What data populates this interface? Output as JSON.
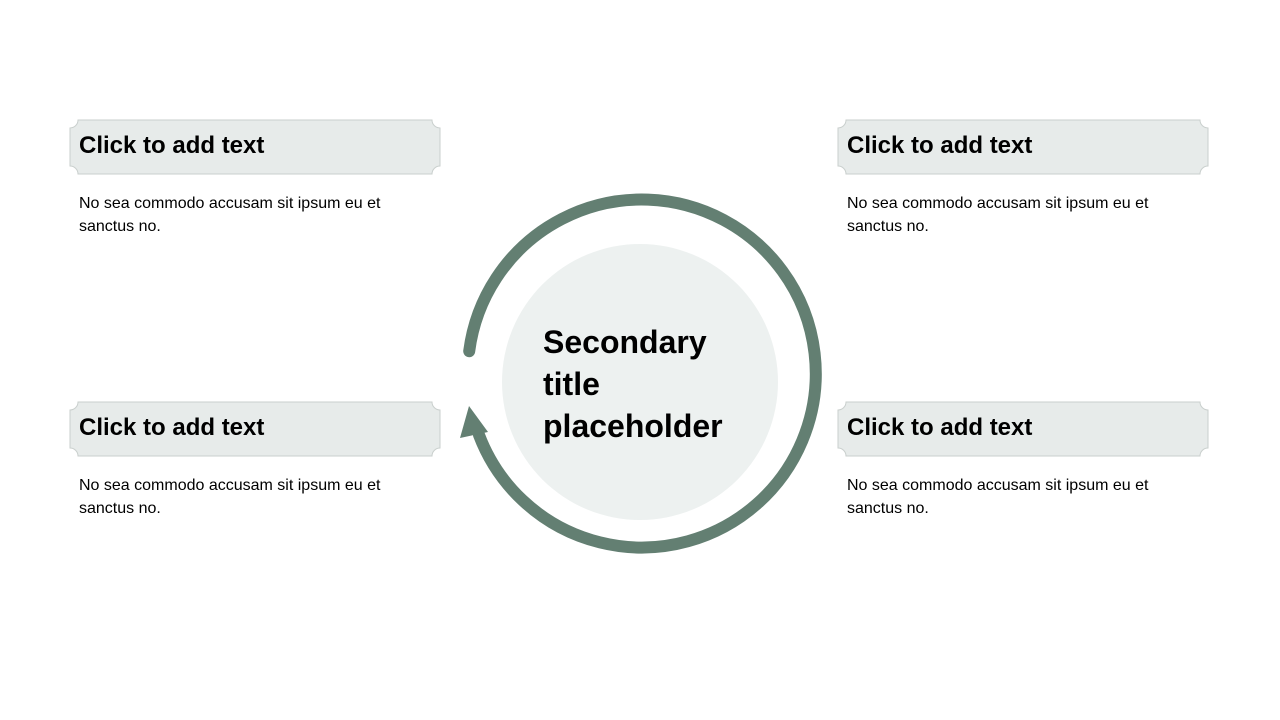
{
  "colors": {
    "ring": "#637f72",
    "center_fill": "#edf1f0",
    "header_fill": "#e7ebea",
    "header_border": "#c9cfcd",
    "text": "#000000"
  },
  "center": {
    "title_line1": "Secondary",
    "title_line2": "title",
    "title_line3": "placeholder"
  },
  "cards": [
    {
      "position": "top-left",
      "title": "Click to add text",
      "body": "No sea commodo accusam sit ipsum eu et sanctus no."
    },
    {
      "position": "top-right",
      "title": "Click to add text",
      "body": "No sea commodo accusam sit ipsum eu et sanctus no."
    },
    {
      "position": "bottom-left",
      "title": "Click to add text",
      "body": "No sea commodo accusam sit ipsum eu et sanctus no."
    },
    {
      "position": "bottom-right",
      "title": "Click to add text",
      "body": "No sea commodo accusam sit ipsum eu et sanctus no."
    }
  ]
}
